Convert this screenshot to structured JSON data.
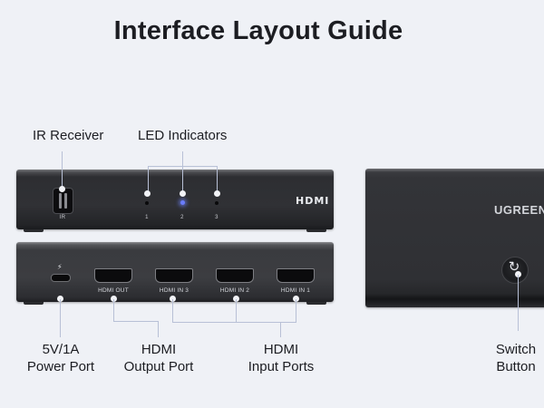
{
  "title": "Interface Layout Guide",
  "colors": {
    "background": "#eff1f6",
    "device": "#303135",
    "callout_line": "#b8c0d6",
    "led_active": "#6a7dff"
  },
  "front_panel": {
    "ir_label": "IR",
    "led_numbers": [
      "1",
      "2",
      "3"
    ],
    "active_led": "2",
    "logo": "HDMI"
  },
  "back_panel": {
    "power_icon": "lightning-bolt-icon",
    "ports": [
      {
        "label": "HDMI OUT"
      },
      {
        "label": "HDMI IN 3"
      },
      {
        "label": "HDMI IN 2"
      },
      {
        "label": "HDMI IN 1"
      }
    ]
  },
  "side_panel": {
    "brand": "UGREEN",
    "button_icon": "rotate-arrows-icon"
  },
  "callouts": {
    "ir_receiver": "IR Receiver",
    "led_indicators": "LED Indicators",
    "power_port": {
      "line1": "5V/1A",
      "line2": "Power Port"
    },
    "hdmi_output": {
      "line1": "HDMI",
      "line2": "Output Port"
    },
    "hdmi_inputs": {
      "line1": "HDMI",
      "line2": "Input Ports"
    },
    "switch_button": {
      "line1": "Switch",
      "line2": "Button"
    }
  }
}
